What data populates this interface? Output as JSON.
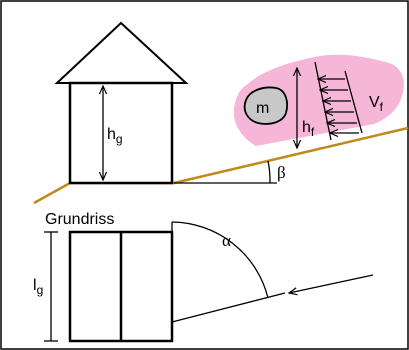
{
  "labels": {
    "house_height": "h",
    "house_height_sub": "g",
    "flow_height": "h",
    "flow_height_sub": "f",
    "flow_volume": "V",
    "flow_volume_sub": "f",
    "mass": "m",
    "slope_angle": "β",
    "plan_title": "Grundriss",
    "plan_angle": "α",
    "plan_length": "l",
    "plan_length_sub": "g"
  },
  "colors": {
    "terrain": "#c08a1a",
    "debris_fill": "#f6b6d8",
    "boulder_fill": "#c8c8c8",
    "line": "#000000"
  }
}
